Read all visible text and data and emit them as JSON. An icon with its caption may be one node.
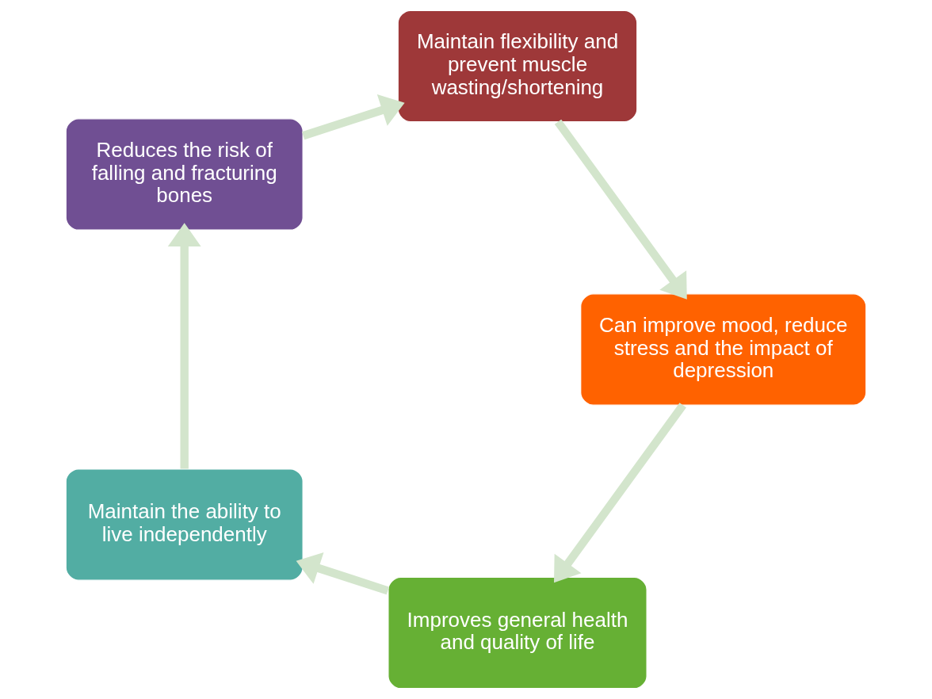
{
  "diagram": {
    "nodes": [
      {
        "text": [
          "Improves general health and quality of life"
        ]
      },
      {
        "text": [
          "Maintain the ability to live independently"
        ]
      },
      {
        "text": [
          "Reduces the risk of falling and fracturing bones"
        ]
      },
      {
        "text": [
          "Maintain flexibility and prevent muscle wasting/shortening"
        ]
      },
      {
        "text": [
          "Can improve mood, reduce stress and the impact of depression"
        ]
      }
    ],
    "edges": [
      {
        "from": 0,
        "to": 1,
        "arrow": "to"
      },
      {
        "from": 1,
        "to": 2,
        "arrow": "to"
      },
      {
        "from": 2,
        "to": 3,
        "arrow": "to"
      },
      {
        "from": 3,
        "to": 4,
        "arrow": "to"
      },
      {
        "from": 4,
        "to": 0,
        "arrow": "to"
      }
    ]
  }
}
